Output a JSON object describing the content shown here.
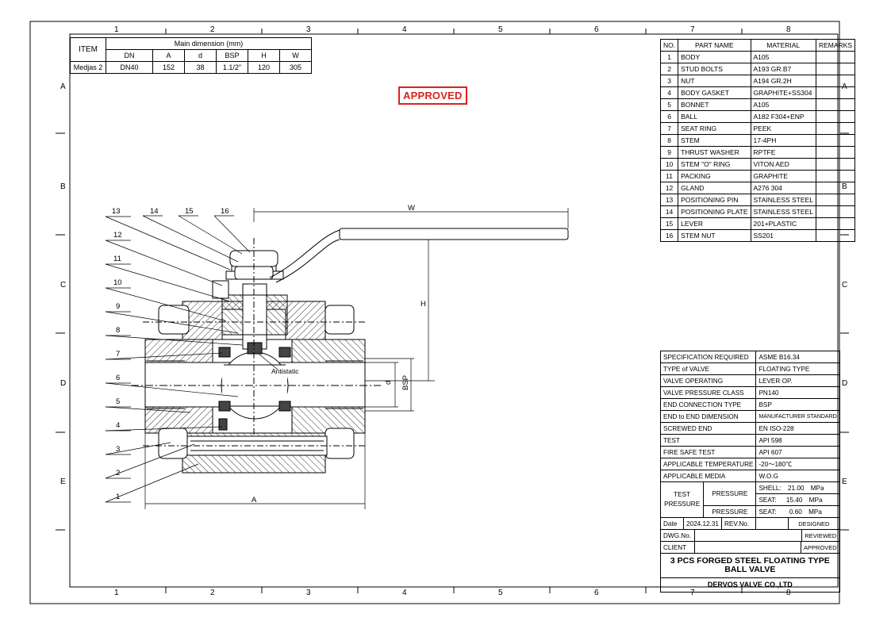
{
  "border": {
    "columns": [
      "1",
      "2",
      "3",
      "4",
      "5",
      "6",
      "7",
      "8"
    ],
    "rows": [
      "A",
      "B",
      "C",
      "D",
      "E"
    ]
  },
  "dimension_table": {
    "item_header": "ITEM",
    "group_header": "Main dimension (mm)",
    "columns": [
      "DN",
      "A",
      "d",
      "BSP",
      "H",
      "W"
    ],
    "row": {
      "item": "Medjas 2",
      "values": [
        "DN40",
        "152",
        "38",
        "1.1/2\"",
        "120",
        "305"
      ]
    }
  },
  "stamp": "APPROVED",
  "parts_table": {
    "headers": [
      "NO.",
      "PART NAME",
      "MATERIAL",
      "REMARKS"
    ],
    "rows": [
      {
        "no": "1",
        "name": "BODY",
        "material": "A105"
      },
      {
        "no": "2",
        "name": "STUD BOLTS",
        "material": "A193 GR.B7"
      },
      {
        "no": "3",
        "name": "NUT",
        "material": "A194 GR.2H"
      },
      {
        "no": "4",
        "name": "BODY GASKET",
        "material": "GRAPHITE+SS304"
      },
      {
        "no": "5",
        "name": "BONNET",
        "material": "A105"
      },
      {
        "no": "6",
        "name": "BALL",
        "material": "A182 F304+ENP"
      },
      {
        "no": "7",
        "name": "SEAT RING",
        "material": "PEEK"
      },
      {
        "no": "8",
        "name": "STEM",
        "material": "17-4PH"
      },
      {
        "no": "9",
        "name": "THRUST WASHER",
        "material": "RPTFE"
      },
      {
        "no": "10",
        "name": "STEM \"O\" RING",
        "material": "VITON AED"
      },
      {
        "no": "11",
        "name": "PACKING",
        "material": "GRAPHITE"
      },
      {
        "no": "12",
        "name": "GLAND",
        "material": "A276 304"
      },
      {
        "no": "13",
        "name": "POSITIONING PIN",
        "material": "STAINLESS STEEL"
      },
      {
        "no": "14",
        "name": "POSITIONING PLATE",
        "material": "STAINLESS STEEL"
      },
      {
        "no": "15",
        "name": "LEVER",
        "material": "201+PLASTIC"
      },
      {
        "no": "16",
        "name": "STEM NUT",
        "material": "SS201"
      }
    ]
  },
  "spec_table": {
    "rows": [
      {
        "label": "SPECIFICATION REQUIRED",
        "value": "ASME B16.34"
      },
      {
        "label": "TYPE of VALVE",
        "value": "FLOATING TYPE"
      },
      {
        "label": "VALVE OPERATING",
        "value": "LEVER OP."
      },
      {
        "label": "VALVE PRESSURE CLASS",
        "value": "PN140"
      },
      {
        "label": "END CONNECTION TYPE",
        "value": "BSP"
      },
      {
        "label": "END to END DIMENSION",
        "value": "MANUFACTURER STANDARD"
      },
      {
        "label": "SCREWED END",
        "value": "EN ISO-228"
      },
      {
        "label": "TEST",
        "value": "API 598"
      },
      {
        "label": "FIRE SAFE TEST",
        "value": "API 607"
      },
      {
        "label": "APPLICABLE TEMPERATURE",
        "value": "-20～180℃"
      },
      {
        "label": "APPLICABLE MEDIA",
        "value": "W.O.G"
      }
    ],
    "test_pressure": {
      "label": "TEST PRESSURE",
      "pressure_label": "PRESSURE",
      "shell": {
        "label": "SHELL:",
        "value": "21.00",
        "unit": "MPa"
      },
      "seat_hydro": {
        "label": "SEAT:",
        "value": "15.40",
        "unit": "MPa"
      },
      "seat_air": {
        "label": "SEAT:",
        "value": "0.60",
        "unit": "MPa"
      }
    },
    "date_label": "Date",
    "date_value": "2024.12.31",
    "rev_label": "REV.No.",
    "designed": "DESIGNED",
    "dwg_label": "DWG.No.",
    "reviewed": "REVIEWED",
    "client_label": "CLIENT",
    "approved": "APPROVED",
    "title": "3 PCS FORGED STEEL FLOATING TYPE BALL VALVE",
    "company": "DERVOS VALVE CO.,LTD"
  },
  "drawing": {
    "callouts": [
      "1",
      "2",
      "3",
      "4",
      "5",
      "6",
      "7",
      "8",
      "9",
      "10",
      "11",
      "12",
      "13",
      "14",
      "15",
      "16"
    ],
    "dims": {
      "W": "W",
      "H": "H",
      "A": "A",
      "d": "d",
      "BSP": "BSP"
    },
    "antistatic": "Antistatic"
  }
}
